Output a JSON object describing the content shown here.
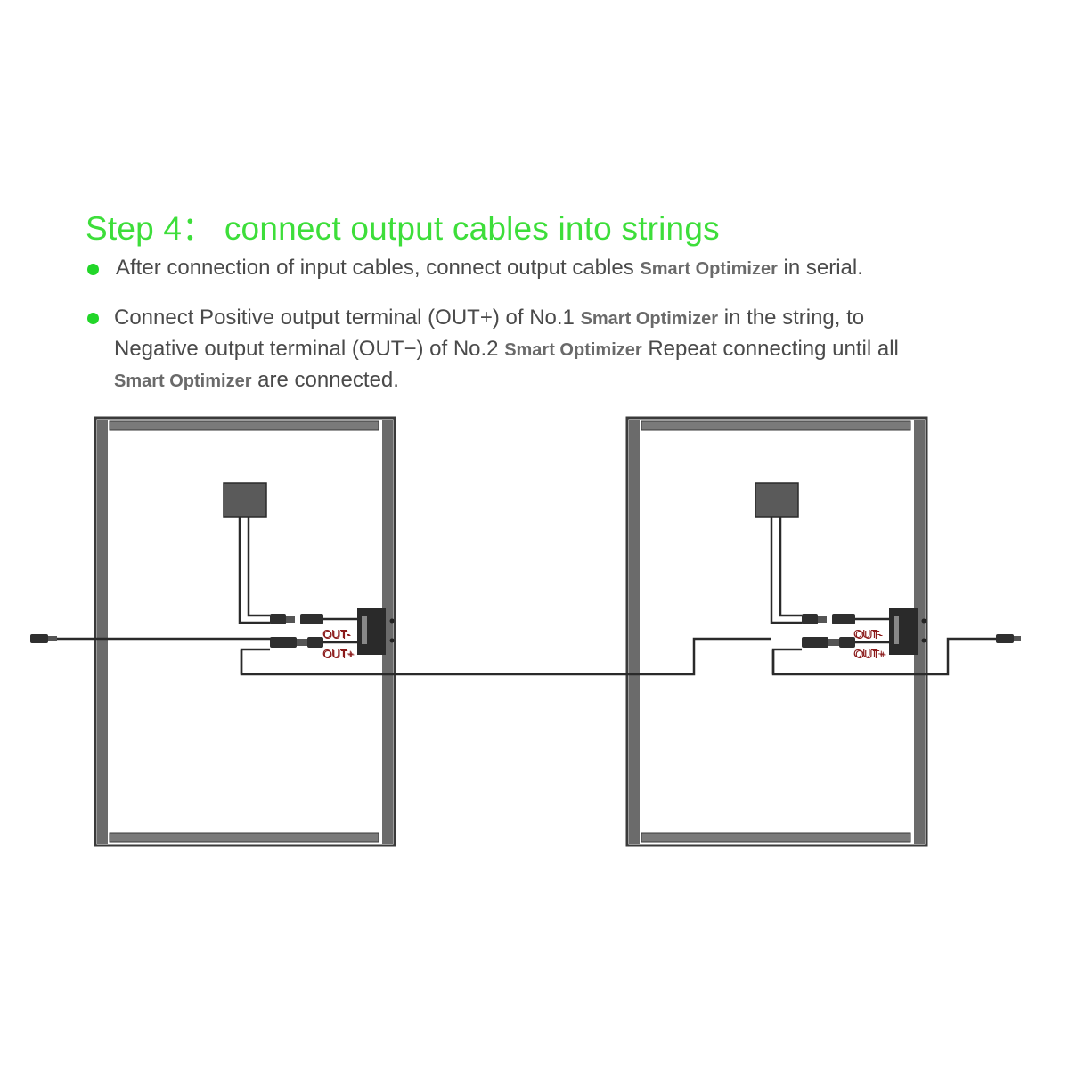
{
  "title": "Step 4： connect output cables into strings",
  "bullets": [
    {
      "lines": [
        [
          {
            "text": "After connection of input cables, connect output cables "
          },
          {
            "text": "Smart Optimizer",
            "hl": true
          },
          {
            "text": "  in serial."
          }
        ]
      ]
    },
    {
      "lines": [
        [
          {
            "text": "Connect Positive output terminal (OUT+) of No.1 "
          },
          {
            "text": "Smart Optimizer",
            "hl": true
          },
          {
            "text": " in the string, to"
          }
        ],
        [
          {
            "text": "Negative output terminal (OUT−) of No.2 "
          },
          {
            "text": "Smart Optimizer",
            "hl": true
          },
          {
            "text": " Repeat connecting until all"
          }
        ],
        [
          {
            "text": "Smart Optimizer",
            "hl": true
          },
          {
            "text": " are connected."
          }
        ]
      ]
    }
  ],
  "labels": {
    "out_minus": "OUT-",
    "out_plus": "OUT+"
  },
  "colors": {
    "title": "#3dde3a",
    "bullet": "#22d629",
    "text": "#4a4a4a",
    "label": "#8b1a1a",
    "frame": "#555555"
  }
}
